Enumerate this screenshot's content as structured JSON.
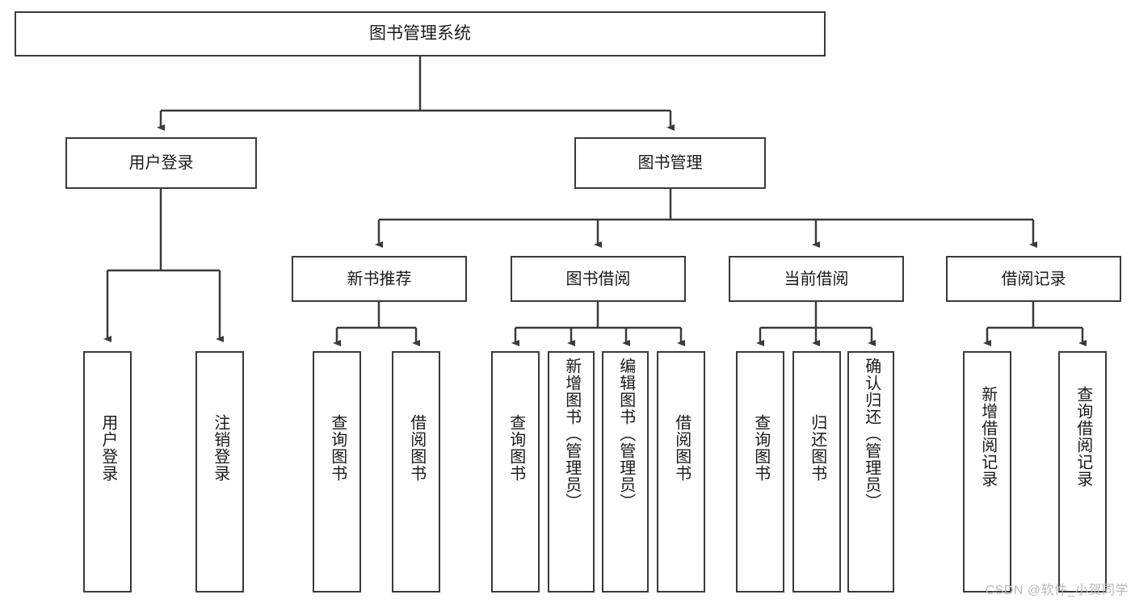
{
  "diagram": {
    "title": "图书管理系统",
    "type": "tree",
    "root": {
      "label": "图书管理系统"
    },
    "level2": [
      {
        "id": "user-login",
        "label": "用户登录"
      },
      {
        "id": "book-manage",
        "label": "图书管理"
      }
    ],
    "level3": [
      {
        "id": "new-book-recommend",
        "label": "新书推荐"
      },
      {
        "id": "book-borrow",
        "label": "图书借阅"
      },
      {
        "id": "current-borrow",
        "label": "当前借阅"
      },
      {
        "id": "borrow-record",
        "label": "借阅记录"
      }
    ],
    "leaves": {
      "user_login": [
        {
          "id": "leaf-user-login",
          "label": "用户登录"
        },
        {
          "id": "leaf-logout",
          "label": "注销登录"
        }
      ],
      "new_book_recommend": [
        {
          "id": "leaf-query-book-1",
          "label": "查询图书"
        },
        {
          "id": "leaf-borrow-book-1",
          "label": "借阅图书"
        }
      ],
      "book_borrow": [
        {
          "id": "leaf-query-book-2",
          "label": "查询图书"
        },
        {
          "id": "leaf-add-book",
          "label": "新增图书（管理员）"
        },
        {
          "id": "leaf-edit-book",
          "label": "编辑图书（管理员）"
        },
        {
          "id": "leaf-borrow-book-2",
          "label": "借阅图书"
        }
      ],
      "current_borrow": [
        {
          "id": "leaf-query-book-3",
          "label": "查询图书"
        },
        {
          "id": "leaf-return-book",
          "label": "归还图书"
        },
        {
          "id": "leaf-confirm-return",
          "label": "确认归还（管理员）"
        }
      ],
      "borrow_record": [
        {
          "id": "leaf-add-record",
          "label": "新增借阅记录"
        },
        {
          "id": "leaf-query-record",
          "label": "查询借阅记录"
        }
      ]
    }
  },
  "watermark": {
    "text": "CSDN @软件_小贺同学"
  },
  "colors": {
    "border": "#3a3a3a",
    "background": "#ffffff",
    "text": "#1a1a1a",
    "connector": "#3a3a3a",
    "watermark": "#b8b8b8"
  }
}
